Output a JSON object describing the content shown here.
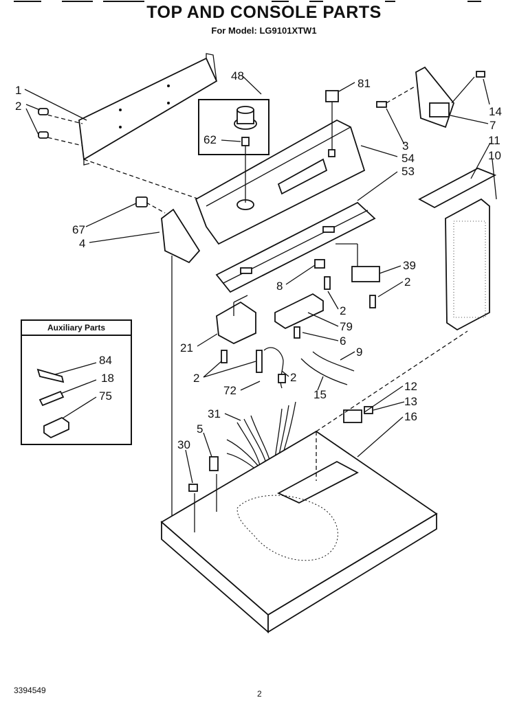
{
  "title": "TOP AND CONSOLE PARTS",
  "subtitle": "For Model: LG9101XTW1",
  "aux_header": "Auxiliary Parts",
  "footer": {
    "doc_number": "3394549",
    "page_number": "2"
  },
  "callouts": [
    {
      "id": "c1",
      "label": "1"
    },
    {
      "id": "c2a",
      "label": "2"
    },
    {
      "id": "c48",
      "label": "48"
    },
    {
      "id": "c81",
      "label": "81"
    },
    {
      "id": "c14",
      "label": "14"
    },
    {
      "id": "c7",
      "label": "7"
    },
    {
      "id": "c62",
      "label": "62"
    },
    {
      "id": "c3",
      "label": "3"
    },
    {
      "id": "c54",
      "label": "54"
    },
    {
      "id": "c11",
      "label": "11"
    },
    {
      "id": "c10",
      "label": "10"
    },
    {
      "id": "c53",
      "label": "53"
    },
    {
      "id": "c67",
      "label": "67"
    },
    {
      "id": "c4",
      "label": "4"
    },
    {
      "id": "c39",
      "label": "39"
    },
    {
      "id": "c8",
      "label": "8"
    },
    {
      "id": "c2b",
      "label": "2"
    },
    {
      "id": "c2c",
      "label": "2"
    },
    {
      "id": "c79",
      "label": "79"
    },
    {
      "id": "c6",
      "label": "6"
    },
    {
      "id": "c21",
      "label": "21"
    },
    {
      "id": "c9",
      "label": "9"
    },
    {
      "id": "c2d",
      "label": "2"
    },
    {
      "id": "c2e",
      "label": "2"
    },
    {
      "id": "c72",
      "label": "72"
    },
    {
      "id": "c15",
      "label": "15"
    },
    {
      "id": "c12",
      "label": "12"
    },
    {
      "id": "c13",
      "label": "13"
    },
    {
      "id": "c16",
      "label": "16"
    },
    {
      "id": "c31",
      "label": "31"
    },
    {
      "id": "c5",
      "label": "5"
    },
    {
      "id": "c30",
      "label": "30"
    },
    {
      "id": "c84",
      "label": "84"
    },
    {
      "id": "c18",
      "label": "18"
    },
    {
      "id": "c75",
      "label": "75"
    }
  ]
}
